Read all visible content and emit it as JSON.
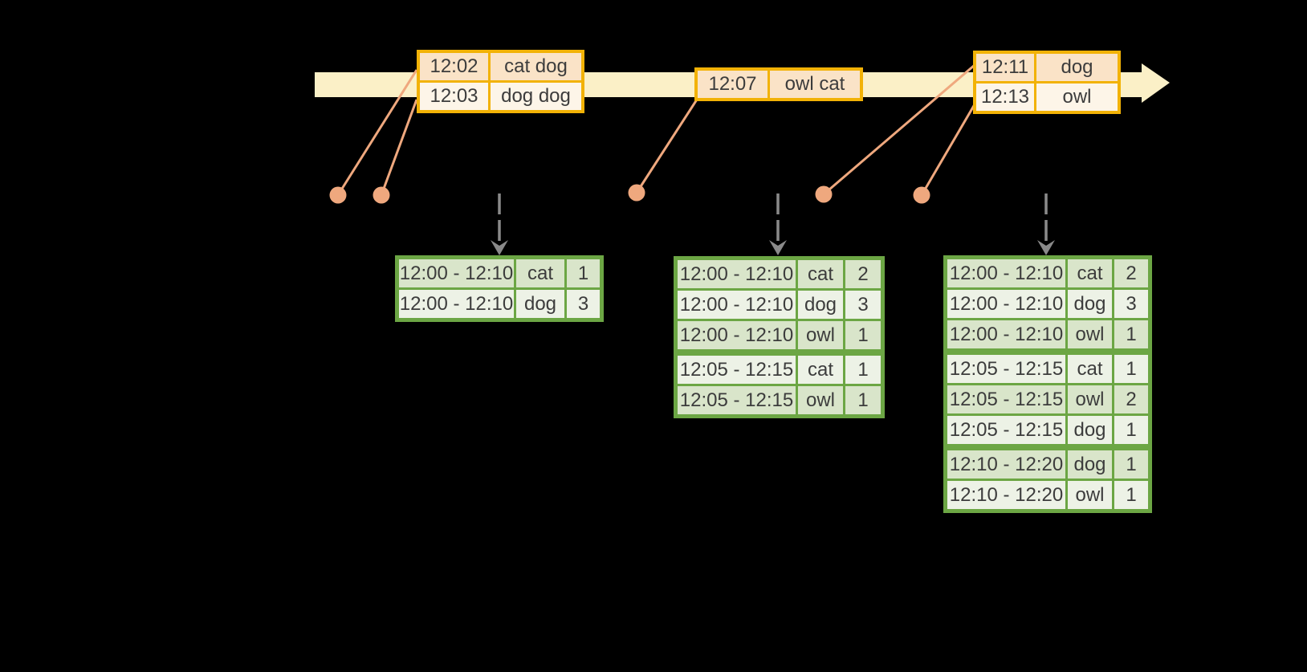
{
  "colors": {
    "background": "#000000",
    "timeline_fill": "#FBF0C7",
    "event_border": "#F2B206",
    "event_row_dark": "#FAE3C7",
    "event_row_light": "#FDF5E8",
    "connector": "#EFA87E",
    "arrow_gray": "#8A8A8A",
    "result_border": "#6CA644",
    "result_row_dark": "#D9E5CA",
    "result_row_light": "#EDF2E6",
    "text": "#3C3C3C"
  },
  "timeline": {
    "event_tables": [
      {
        "rows": [
          {
            "time": "12:02",
            "words": "cat dog"
          },
          {
            "time": "12:03",
            "words": "dog dog"
          }
        ]
      },
      {
        "rows": [
          {
            "time": "12:07",
            "words": "owl cat"
          }
        ]
      },
      {
        "rows": [
          {
            "time": "12:11",
            "words": "dog"
          },
          {
            "time": "12:13",
            "words": "owl"
          }
        ]
      }
    ]
  },
  "result_tables": [
    {
      "rows": [
        {
          "window": "12:00 - 12:10",
          "word": "cat",
          "count": "1"
        },
        {
          "window": "12:00 - 12:10",
          "word": "dog",
          "count": "3"
        }
      ]
    },
    {
      "rows": [
        {
          "window": "12:00 - 12:10",
          "word": "cat",
          "count": "2"
        },
        {
          "window": "12:00 - 12:10",
          "word": "dog",
          "count": "3"
        },
        {
          "window": "12:00 - 12:10",
          "word": "owl",
          "count": "1"
        },
        {
          "window": "12:05 - 12:15",
          "word": "cat",
          "count": "1"
        },
        {
          "window": "12:05 - 12:15",
          "word": "owl",
          "count": "1"
        }
      ]
    },
    {
      "rows": [
        {
          "window": "12:00 - 12:10",
          "word": "cat",
          "count": "2"
        },
        {
          "window": "12:00 - 12:10",
          "word": "dog",
          "count": "3"
        },
        {
          "window": "12:00 - 12:10",
          "word": "owl",
          "count": "1"
        },
        {
          "window": "12:05 - 12:15",
          "word": "cat",
          "count": "1"
        },
        {
          "window": "12:05 - 12:15",
          "word": "owl",
          "count": "2"
        },
        {
          "window": "12:05 - 12:15",
          "word": "dog",
          "count": "1"
        },
        {
          "window": "12:10 - 12:20",
          "word": "dog",
          "count": "1"
        },
        {
          "window": "12:10 - 12:20",
          "word": "owl",
          "count": "1"
        }
      ]
    }
  ]
}
